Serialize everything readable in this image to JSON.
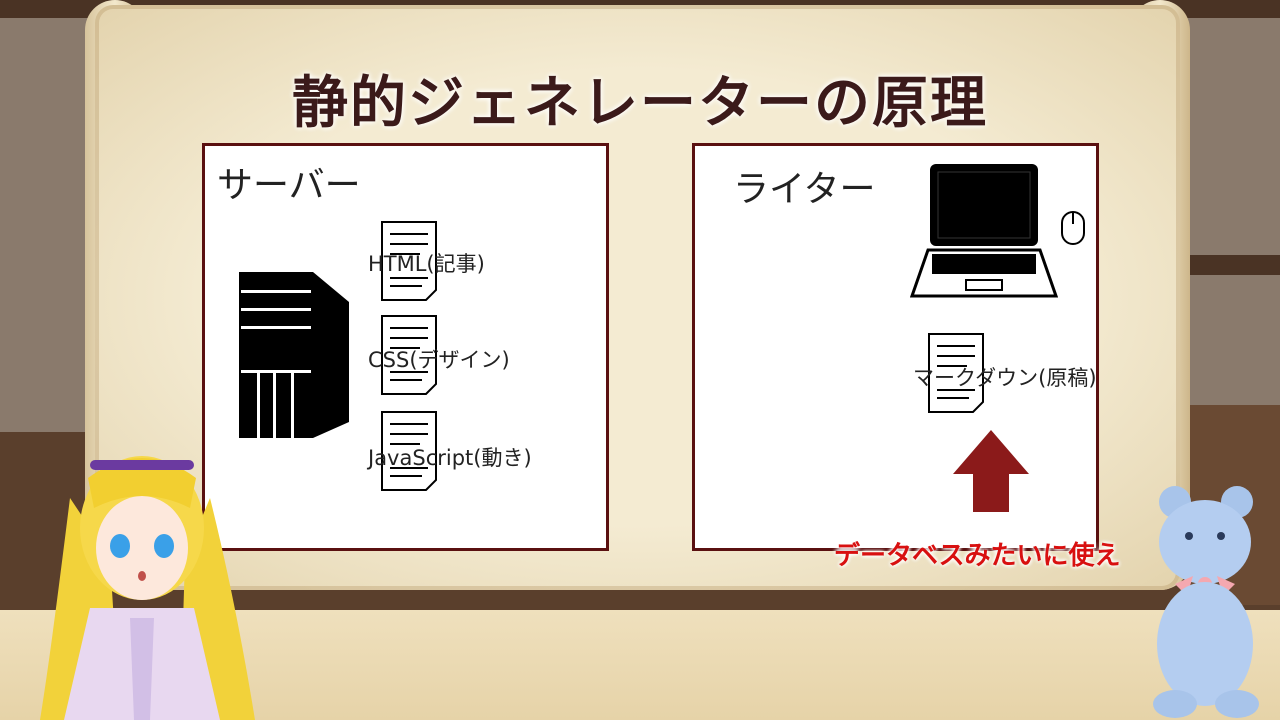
{
  "slide": {
    "title": "静的ジェネレーターの原理"
  },
  "server_panel": {
    "label": "サーバー",
    "documents": [
      {
        "label": "HTML(記事)"
      },
      {
        "label": "CSS(デザイン)"
      },
      {
        "label": "JavaScript(動き)"
      }
    ]
  },
  "writer_panel": {
    "label": "ライター",
    "document": {
      "label": "マークダウン(原稿)"
    }
  },
  "note": {
    "text": "データベスみたいに使え"
  },
  "colors": {
    "title": "#3b1a1a",
    "panel_border": "#5a1010",
    "arrow": "#8b1a1a",
    "note": "#d81010"
  },
  "icons": [
    "server-icon",
    "laptop-icon",
    "mouse-icon",
    "document-icon",
    "up-arrow-icon",
    "girl-character",
    "teddy-bear"
  ]
}
